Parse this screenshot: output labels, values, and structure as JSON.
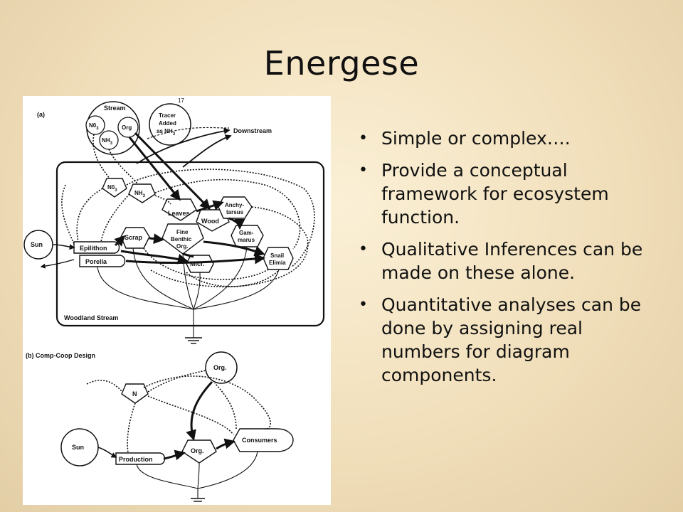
{
  "slide": {
    "title": "Energese",
    "bullets": [
      "Simple or complex….",
      "Provide a conceptual framework for ecosystem function.",
      "Qualitative Inferences can be made on these alone.",
      "Quantitative analyses can be done by assigning real numbers for diagram components."
    ]
  },
  "figure": {
    "page_number": "17",
    "panel_a": {
      "tag": "(a)",
      "system_label": "Woodland Stream",
      "stream": "Stream",
      "no3_ext": "N0",
      "no3_ext_sub": "3",
      "nh3_ext": "NH",
      "nh3_ext_sub": "3",
      "org_ext": "Org",
      "tracer_l1": "Tracer",
      "tracer_l2": "Added",
      "tracer_l3": "as NH",
      "tracer_sub": "3",
      "downstream": "Downstream",
      "sun": "Sun",
      "no3": "N0",
      "no3_sub": "3",
      "nh3": "NH",
      "nh3_sub": "3",
      "leaves": "Leaves",
      "wood": "Wood",
      "anchy_l1": "Anchy-",
      "anchy_l2": "tarsus",
      "scrap": "Scrap",
      "fbo_l1": "Fine",
      "fbo_l2": "Benthic",
      "fbo_l3": "Org.",
      "gam_l1": "Gam-",
      "gam_l2": "marus",
      "epilithon": "Epilithon",
      "porella": "Porella",
      "micr": "Micr.",
      "snail_l1": "Snail",
      "snail_l2": "Elimia"
    },
    "panel_b": {
      "tag": "(b) Comp-Coop Design",
      "org_top": "Org.",
      "n": "N",
      "sun": "Sun",
      "production": "Production",
      "org_mid": "Org.",
      "consumers": "Consumers"
    }
  }
}
